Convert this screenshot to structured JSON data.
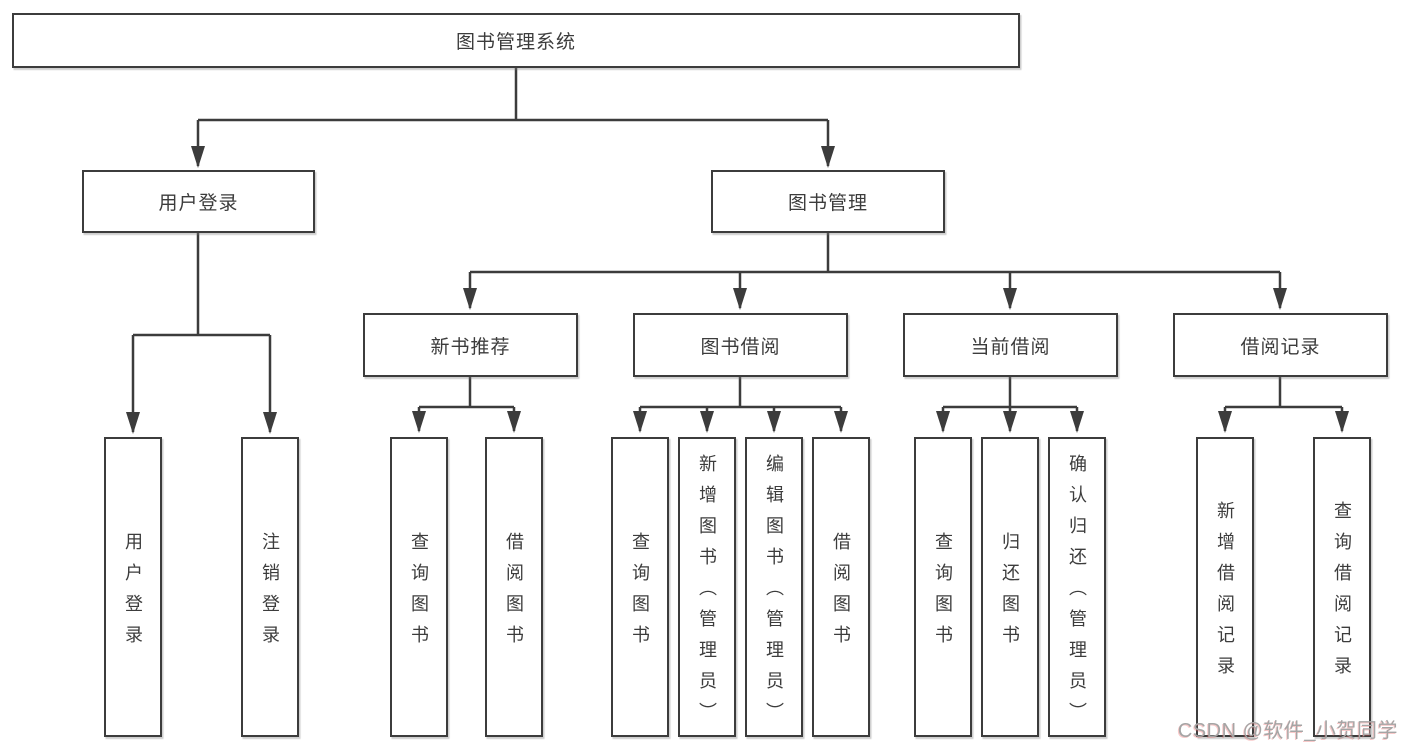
{
  "diagram": {
    "type": "hierarchy-org-chart",
    "tree": {
      "root": {
        "label": "图书管理系统",
        "children": [
          {
            "label": "用户登录",
            "children": [
              {
                "label": "用户登录"
              },
              {
                "label": "注销登录"
              }
            ]
          },
          {
            "label": "图书管理",
            "children": [
              {
                "label": "新书推荐",
                "children": [
                  {
                    "label": "查询图书"
                  },
                  {
                    "label": "借阅图书"
                  }
                ]
              },
              {
                "label": "图书借阅",
                "children": [
                  {
                    "label": "查询图书"
                  },
                  {
                    "label": "新增图书（管理员）"
                  },
                  {
                    "label": "编辑图书（管理员）"
                  },
                  {
                    "label": "借阅图书"
                  }
                ]
              },
              {
                "label": "当前借阅",
                "children": [
                  {
                    "label": "查询图书"
                  },
                  {
                    "label": "归还图书"
                  },
                  {
                    "label": "确认归还（管理员）"
                  }
                ]
              },
              {
                "label": "借阅记录",
                "children": [
                  {
                    "label": "新增借阅记录"
                  },
                  {
                    "label": "查询借阅记录"
                  }
                ]
              }
            ]
          }
        ]
      }
    },
    "colors": {
      "line": "#3c3c3c",
      "box_border": "#3c3c3c",
      "text": "#3c3c3c",
      "background": "#ffffff",
      "watermark": "#a5a5a5"
    }
  },
  "watermark": {
    "text": "CSDN @软件_小贺同学"
  }
}
